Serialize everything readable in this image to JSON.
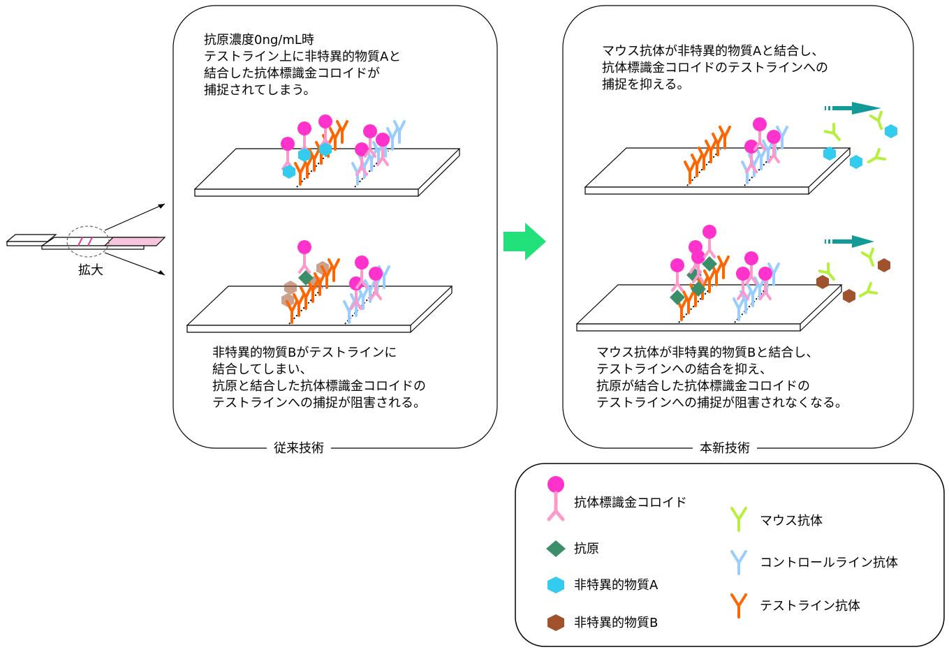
{
  "strip_label": "拡大",
  "conventional": {
    "caption": "従来技術",
    "top_text": [
      "抗原濃度0ng/mL時",
      "テストライン上に非特異的物質Aと",
      "結合した抗体標識金コロイドが",
      "捕捉されてしまう。"
    ],
    "bottom_text": [
      "非特異的物質Bがテストラインに",
      "結合してしまい、",
      "抗原と結合した抗体標識金コロイドの",
      "テストラインへの捕捉が阻害される。"
    ]
  },
  "new_tech": {
    "caption": "本新技術",
    "top_text": [
      "マウス抗体が非特異的物質Aと結合し、",
      "抗体標識金コロイドのテストラインへの",
      "捕捉を抑える。"
    ],
    "bottom_text": [
      "マウス抗体が非特異的物質Bと結合し、",
      "テストラインへの結合を抑え、",
      "抗原が結合した抗体標識金コロイドの",
      "テストラインへの捕捉が阻害されなくなる。"
    ]
  },
  "legend": {
    "gold_colloid": "抗体標識金コロイド",
    "antigen": "抗原",
    "substance_a": "非特異的物質A",
    "substance_b": "非特異的物質B",
    "mouse_antibody": "マウス抗体",
    "control_antibody": "コントロールライン抗体",
    "test_antibody": "テストライン抗体"
  },
  "colors": {
    "gold_colloid": "#ff33cc",
    "gold_stem": "#ff99cc",
    "antigen": "#3a8f6a",
    "substance_a": "#33ccee",
    "substance_b": "#a0522d",
    "mouse_antibody": "#b5f03a",
    "control_antibody": "#99ccff",
    "test_antibody": "#ff6600",
    "arrow_green": "#22e07a",
    "arrow_teal": "#129a96"
  }
}
